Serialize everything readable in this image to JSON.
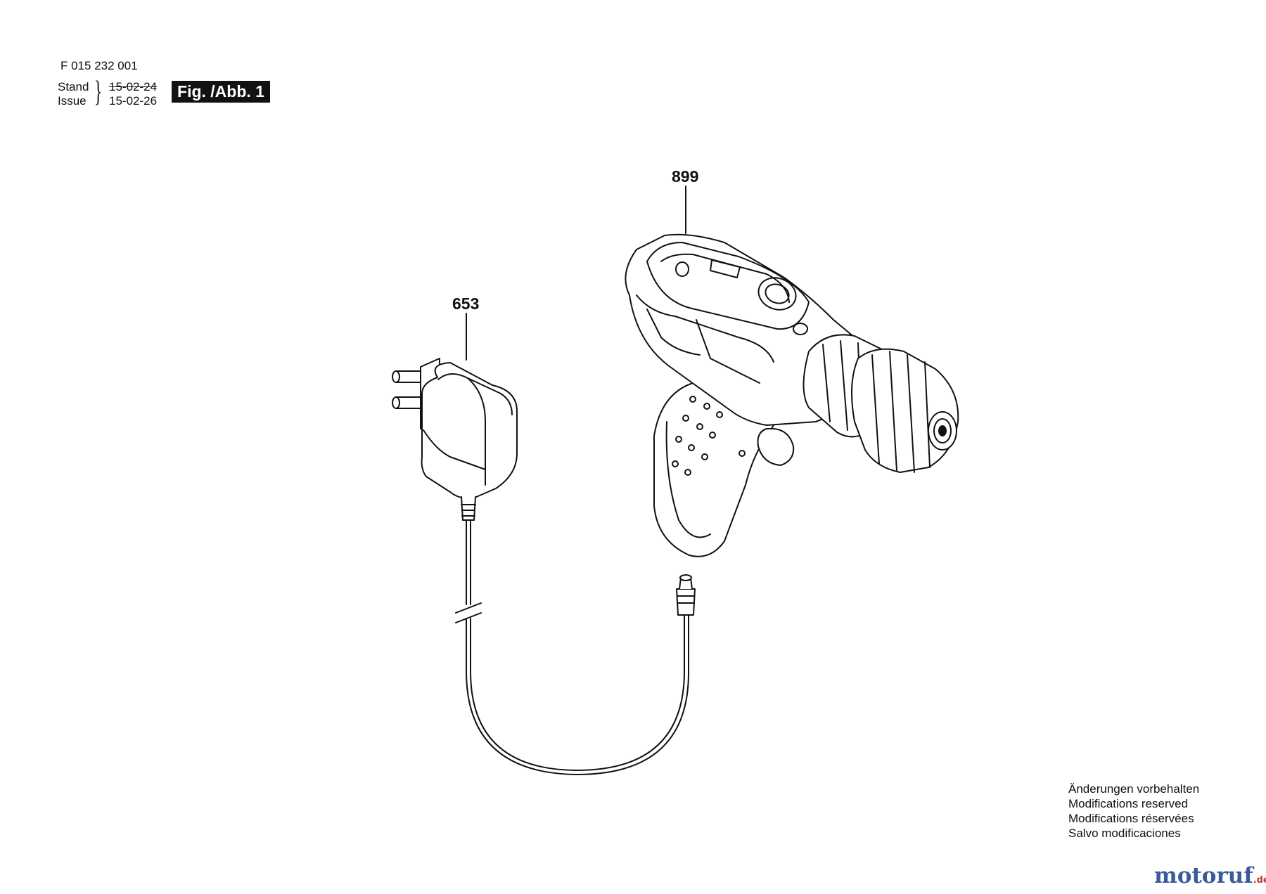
{
  "header": {
    "part_number": "F 015 232 001",
    "stand_label": "Stand",
    "issue_label": "Issue",
    "date_old": "15-02-24",
    "date_new": "15-02-26",
    "figure_tag": "Fig. /Abb. 1"
  },
  "callouts": {
    "drill": "899",
    "charger": "653"
  },
  "notes": [
    "Änderungen vorbehalten",
    "Modifications reserved",
    "Modifications réservées",
    "Salvo modificaciones"
  ],
  "watermark": {
    "name": "motoruf",
    "tld": ".de"
  }
}
